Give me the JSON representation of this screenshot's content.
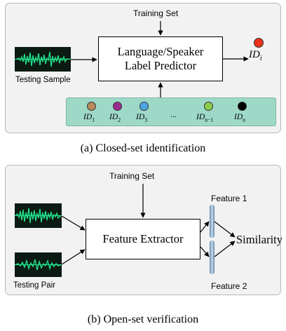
{
  "panel_a": {
    "training_set": "Training Set",
    "testing_sample": "Testing Sample",
    "predictor_line1": "Language/Speaker",
    "predictor_line2": "Label Predictor",
    "output_id": "ID",
    "output_id_sub": "i",
    "ids": [
      {
        "label": "ID",
        "sub": "1",
        "color": "#b88a5c"
      },
      {
        "label": "ID",
        "sub": "2",
        "color": "#9c2b8f"
      },
      {
        "label": "ID",
        "sub": "3",
        "color": "#4aa6e6"
      },
      {
        "label": "ID",
        "sub": "n−1",
        "color": "#8ccc4c"
      },
      {
        "label": "ID",
        "sub": "n",
        "color": "#000000"
      }
    ],
    "ellipsis": "...",
    "caption": "(a)  Closed-set identification",
    "output_color": "#e8321e"
  },
  "panel_b": {
    "training_set": "Training Set",
    "extractor": "Feature Extractor",
    "feature1": "Feature 1",
    "feature2": "Feature 2",
    "similarity": "Similarity",
    "testing_pair": "Testing Pair",
    "caption": "(b)  Open-set verification"
  }
}
